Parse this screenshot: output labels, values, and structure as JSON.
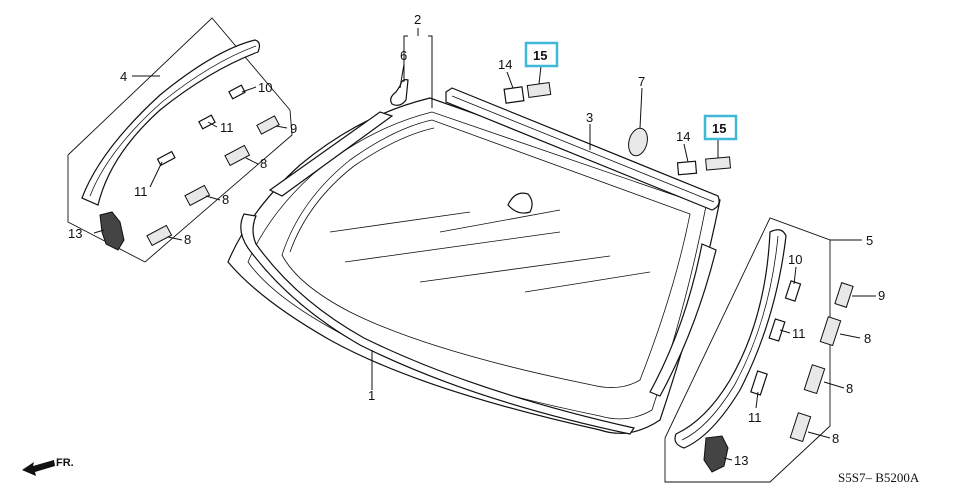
{
  "diagram": {
    "callouts": {
      "c1": "1",
      "c2": "2",
      "c3": "3",
      "c4": "4",
      "c5": "5",
      "c6": "6",
      "c7": "7",
      "c8a": "8",
      "c8b": "8",
      "c8c": "8",
      "c8d": "8",
      "c8e": "8",
      "c8f": "8",
      "c9a": "9",
      "c9b": "9",
      "c10a": "10",
      "c10b": "10",
      "c11a": "11",
      "c11b": "11",
      "c11c": "11",
      "c11d": "11",
      "c13a": "13",
      "c13b": "13",
      "c14a": "14",
      "c14b": "14",
      "c15a": "15",
      "c15b": "15"
    },
    "highlight_color": "#3fb8d8",
    "front_indicator": "FR.",
    "diagram_code": "S5S7– B5200A"
  }
}
